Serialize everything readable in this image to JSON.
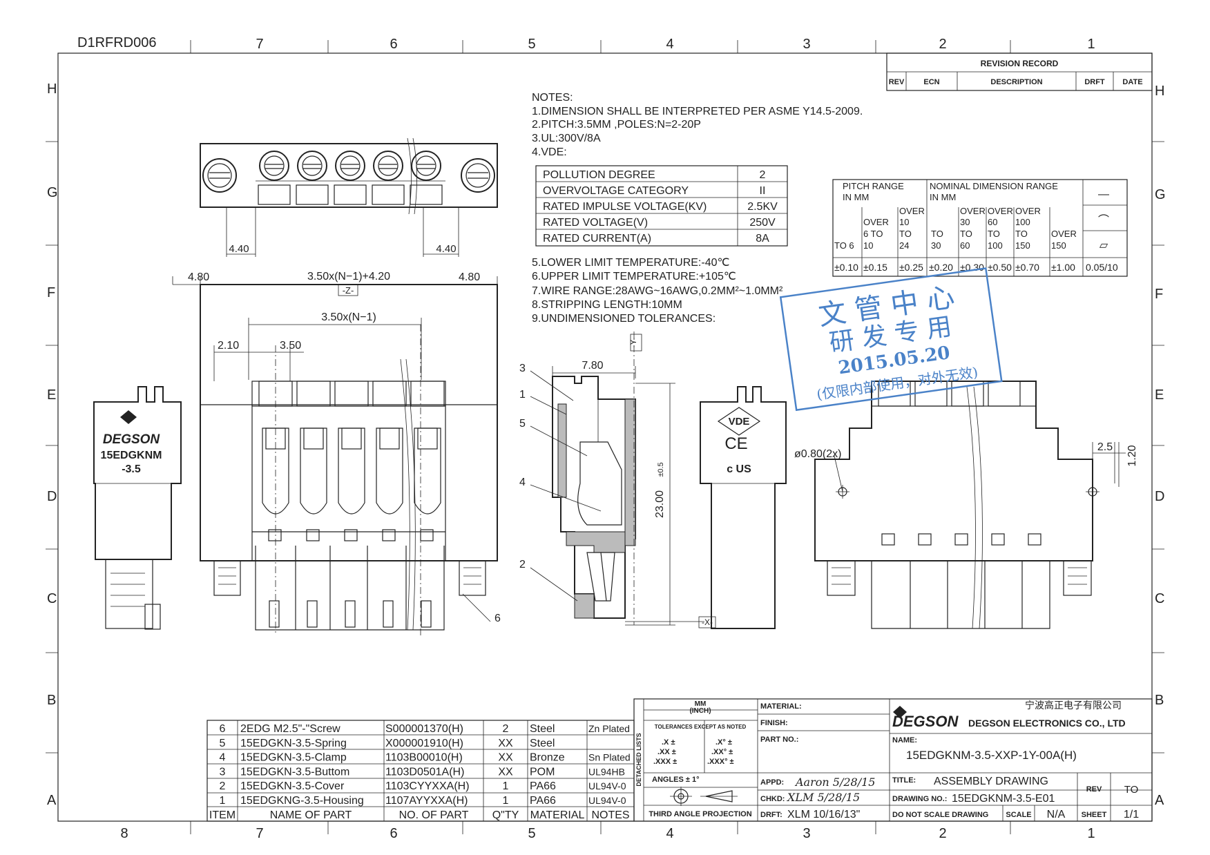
{
  "drawing_id": "D1RFRD006",
  "border": {
    "columns_top": [
      "7",
      "6",
      "5",
      "4",
      "3",
      "2",
      "1"
    ],
    "columns_bottom": [
      "8",
      "7",
      "6",
      "5",
      "4",
      "3",
      "2",
      "1"
    ],
    "rows": [
      "H",
      "G",
      "F",
      "E",
      "D",
      "C",
      "B",
      "A"
    ]
  },
  "revision": {
    "title": "REVISION RECORD",
    "headers": [
      "REV",
      "ECN",
      "DESCRIPTION",
      "DRFT",
      "DATE"
    ]
  },
  "notes": {
    "heading": "NOTES:",
    "lines": [
      "1.DIMENSION SHALL BE INTERPRETED PER ASME Y14.5-2009.",
      "2.PITCH:3.5MM ,POLES:N=2-20P",
      "3.UL:300V/8A",
      "4.VDE:"
    ],
    "lines2": [
      "5.LOWER LIMIT TEMPERATURE:-40℃",
      "6.UPPER LIMIT TEMPERATURE:+105℃",
      "7.WIRE RANGE:28AWG~16AWG,0.2MM²~1.0MM²",
      "8.STRIPPING LENGTH:10MM",
      "9.UNDIMENSIONED TOLERANCES:"
    ]
  },
  "vde_table": [
    [
      "POLLUTION DEGREE",
      "2"
    ],
    [
      "OVERVOLTAGE CATEGORY",
      "II"
    ],
    [
      "RATED IMPULSE VOLTAGE(KV)",
      "2.5KV"
    ],
    [
      "RATED VOLTAGE(V)",
      "250V"
    ],
    [
      "RATED CURRENT(A)",
      "8A"
    ]
  ],
  "tolerance_table": {
    "pitch_range_1": "PITCH RANGE",
    "pitch_range_2": "IN MM",
    "nominal_1": "NOMINAL DIMENSION RANGE",
    "nominal_2": "IN MM",
    "ranges": [
      [
        "",
        "",
        "TO 6"
      ],
      [
        "OVER",
        "6 TO",
        "10"
      ],
      [
        "OVER",
        "10",
        "TO",
        "24"
      ],
      [
        "TO",
        "30"
      ],
      [
        "OVER",
        "30",
        "TO",
        "60"
      ],
      [
        "OVER",
        "60",
        "TO",
        "100"
      ],
      [
        "OVER",
        "100",
        "TO",
        "150"
      ],
      [
        "OVER",
        "150"
      ]
    ],
    "values": [
      "±0.10",
      "±0.15",
      "±0.25",
      "±0.20",
      "±0.30",
      "±0.50",
      "±0.70",
      "±1.00",
      "0.05/10"
    ],
    "symbol_straight": "—",
    "symbol_arc": "⌒",
    "symbol_flat": "▱"
  },
  "dimensions": {
    "d440a": "4.40",
    "d440b": "4.40",
    "d480a": "4.80",
    "d480b": "4.80",
    "overall": "3.50x(N−1)+4.20",
    "datum_z": "-Z-",
    "pitch_total": "3.50x(N−1)",
    "d210": "2.10",
    "d350": "3.50",
    "d780": "7.80",
    "datum_y": "-Y-",
    "datum_x": "-X-",
    "height": "23.00",
    "height_tol": "±0.5",
    "hole": "ø0.80(2x)",
    "d25": "2.5",
    "d120": "1.20",
    "balloon_6": "6",
    "balloons_side": [
      "3",
      "1",
      "5",
      "4",
      "2"
    ]
  },
  "label": {
    "brand": "DEGSON",
    "model": "15EDGKNM",
    "pitch": "-3.5"
  },
  "marks": {
    "vde": "VDE",
    "ce": "CE",
    "ul": "c  US"
  },
  "stamp": {
    "line1": "文 管 中 心",
    "line2": "研 发 专 用",
    "date": "2015.05.20",
    "footer": "(仅限内部使用，对外无效)"
  },
  "bom": {
    "headers": [
      "ITEM",
      "NAME OF PART",
      "NO. OF PART",
      "Q\"TY",
      "MATERIAL",
      "NOTES"
    ],
    "rows": [
      [
        "6",
        "2EDG M2.5\"-\"Screw",
        "S000001370(H)",
        "2",
        "Steel",
        "Zn Plated"
      ],
      [
        "5",
        "15EDGKN-3.5-Spring",
        "X000001910(H)",
        "XX",
        "Steel",
        ""
      ],
      [
        "4",
        "15EDGKN-3.5-Clamp",
        "1103B00010(H)",
        "XX",
        "Bronze",
        "Sn Plated"
      ],
      [
        "3",
        "15EDGKN-3.5-Buttom",
        "1103D0501A(H)",
        "XX",
        "POM",
        "UL94HB"
      ],
      [
        "2",
        "15EDGKN-3.5-Cover",
        "1103CYYXXA(H)",
        "1",
        "PA66",
        "UL94V-0"
      ],
      [
        "1",
        "15EDGKNG-3.5-Housing",
        "1107AYYXXA(H)",
        "1",
        "PA66",
        "UL94V-0"
      ]
    ]
  },
  "titleblock": {
    "units": "MM",
    "units2": "(INCH)",
    "tol_title": "TOLERANCES EXCEPT AS NOTED",
    "tol_left": [
      ".X ±",
      ".XX ±",
      ".XXX ±"
    ],
    "tol_right": [
      ".X° ±",
      ".XX° ±",
      ".XXX° ±"
    ],
    "angles": "ANGLES ± 1°",
    "detached": "DETACHED LISTS",
    "projection": "THIRD ANGLE PROJECTION",
    "material": "MATERIAL:",
    "finish": "FINISH:",
    "part_no": "PART NO.:",
    "appd_label": "APPD:",
    "appd_value": "Aaron 5/28/15",
    "chkd_label": "CHKD:",
    "chkd_value": "XLM 5/28/15",
    "drft_label": "DRFT:",
    "drft_value": "XLM 10/16/13\"",
    "company_cn": "宁波高正电子有限公司",
    "company_brand": "DEGSON",
    "company_en": "DEGSON ELECTRONICS CO., LTD",
    "name_label": "NAME:",
    "name_value": "15EDGKNM-3.5-XXP-1Y-00A(H)",
    "title_label": "TITLE:",
    "title_value": "ASSEMBLY DRAWING",
    "rev_label": "REV",
    "rev_value": "TO",
    "drawing_no_label": "DRAWING NO.:",
    "drawing_no_value": "15EDGKNM-3.5-E01",
    "no_scale": "DO NOT SCALE DRAWING",
    "scale_label": "SCALE",
    "scale_value": "N/A",
    "sheet_label": "SHEET",
    "sheet_value": "1/1"
  }
}
